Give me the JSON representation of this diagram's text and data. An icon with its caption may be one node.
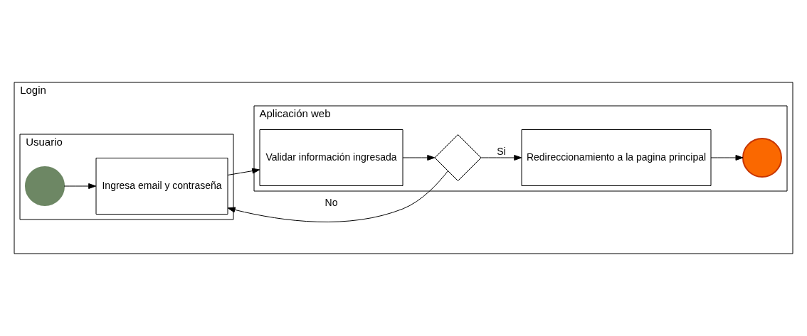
{
  "diagram": {
    "nodes": [
      {
        "text": [
          "Login"
        ]
      },
      {
        "text": [
          "Aplicación web"
        ],
        "in": 0
      },
      {
        "text": [
          "Usuario"
        ],
        "in": 0
      },
      {
        "text": [
          "Validar información ingresada"
        ],
        "in": 1
      },
      {
        "text": [],
        "shape": "diamond",
        "in": 1
      },
      {
        "text": [
          "Redireccionamiento a la pagina principal"
        ],
        "in": 1
      },
      {
        "text": [],
        "shape": "circle",
        "in": 1
      },
      {
        "text": [],
        "shape": "circle",
        "in": 2
      },
      {
        "text": [
          "Ingresa email y contraseña"
        ],
        "in": 2
      }
    ],
    "edges": [
      {
        "from": 7,
        "to": 8,
        "arrow": "to"
      },
      {
        "from": 8,
        "to": 3,
        "arrow": "to"
      },
      {
        "from": 3,
        "to": 4,
        "arrow": "to"
      },
      {
        "from": 4,
        "to": 5,
        "arrow": "to",
        "label": "Si"
      },
      {
        "from": 5,
        "to": 6,
        "arrow": "to"
      },
      {
        "from": 4,
        "to": 8,
        "arrow": "to",
        "label": "No"
      }
    ]
  }
}
